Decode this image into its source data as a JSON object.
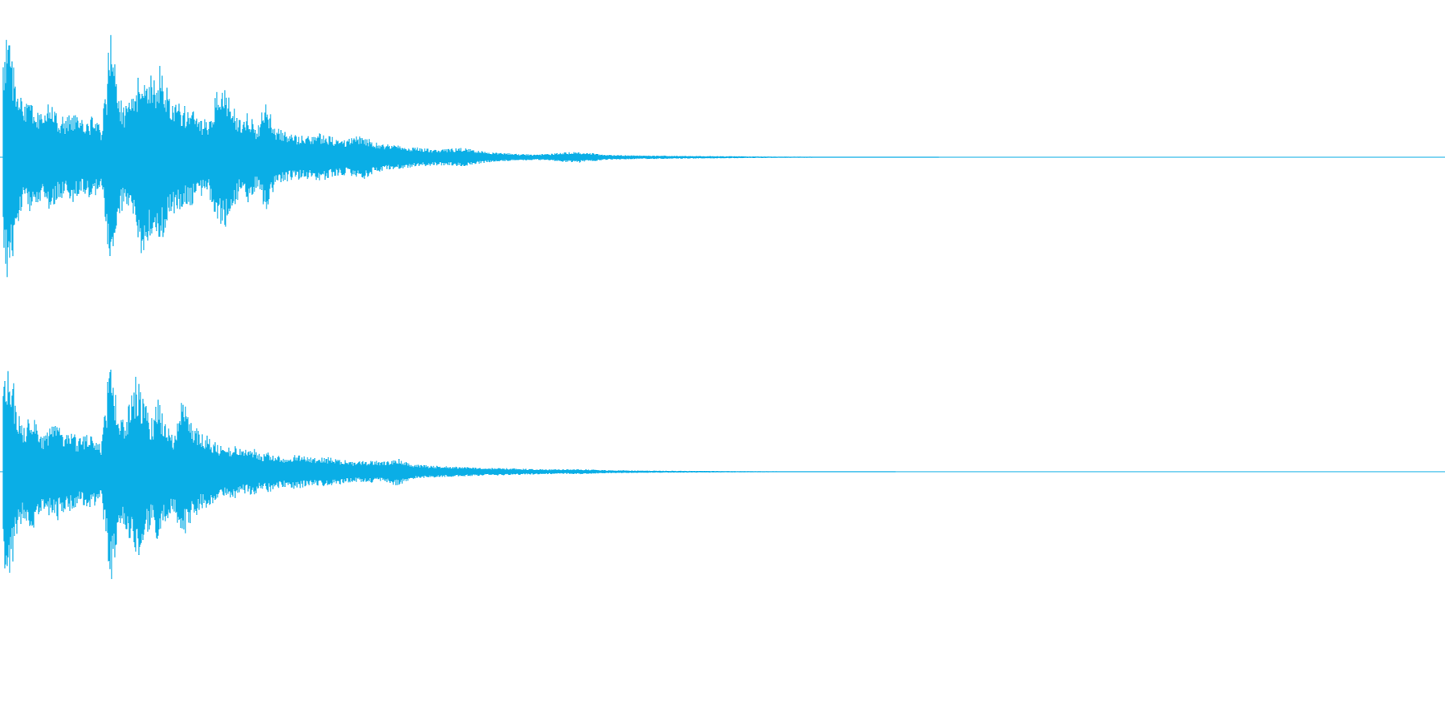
{
  "waveform": {
    "color": "#0aaee6",
    "channels": [
      {
        "name": "",
        "envelope": [
          [
            0.0,
            0.45
          ],
          [
            0.004,
            0.9
          ],
          [
            0.008,
            0.78
          ],
          [
            0.012,
            0.55
          ],
          [
            0.016,
            0.38
          ],
          [
            0.02,
            0.42
          ],
          [
            0.025,
            0.33
          ],
          [
            0.03,
            0.35
          ],
          [
            0.035,
            0.4
          ],
          [
            0.04,
            0.3
          ],
          [
            0.045,
            0.3
          ],
          [
            0.05,
            0.34
          ],
          [
            0.055,
            0.28
          ],
          [
            0.06,
            0.28
          ],
          [
            0.065,
            0.31
          ],
          [
            0.07,
            0.22
          ],
          [
            0.074,
            0.55
          ],
          [
            0.076,
            1.0
          ],
          [
            0.078,
            0.8
          ],
          [
            0.082,
            0.45
          ],
          [
            0.086,
            0.38
          ],
          [
            0.09,
            0.4
          ],
          [
            0.094,
            0.5
          ],
          [
            0.098,
            0.78
          ],
          [
            0.102,
            0.62
          ],
          [
            0.106,
            0.6
          ],
          [
            0.11,
            0.7
          ],
          [
            0.114,
            0.55
          ],
          [
            0.12,
            0.42
          ],
          [
            0.126,
            0.38
          ],
          [
            0.132,
            0.36
          ],
          [
            0.138,
            0.3
          ],
          [
            0.144,
            0.26
          ],
          [
            0.15,
            0.48
          ],
          [
            0.155,
            0.55
          ],
          [
            0.16,
            0.4
          ],
          [
            0.166,
            0.28
          ],
          [
            0.172,
            0.34
          ],
          [
            0.178,
            0.22
          ],
          [
            0.184,
            0.42
          ],
          [
            0.19,
            0.22
          ],
          [
            0.2,
            0.17
          ],
          [
            0.21,
            0.16
          ],
          [
            0.22,
            0.18
          ],
          [
            0.23,
            0.15
          ],
          [
            0.24,
            0.13
          ],
          [
            0.25,
            0.17
          ],
          [
            0.26,
            0.11
          ],
          [
            0.27,
            0.09
          ],
          [
            0.28,
            0.08
          ],
          [
            0.29,
            0.07
          ],
          [
            0.3,
            0.06
          ],
          [
            0.31,
            0.06
          ],
          [
            0.32,
            0.07
          ],
          [
            0.33,
            0.05
          ],
          [
            0.34,
            0.035
          ],
          [
            0.35,
            0.03
          ],
          [
            0.36,
            0.025
          ],
          [
            0.37,
            0.02
          ],
          [
            0.38,
            0.025
          ],
          [
            0.39,
            0.035
          ],
          [
            0.4,
            0.04
          ],
          [
            0.41,
            0.03
          ],
          [
            0.42,
            0.018
          ],
          [
            0.44,
            0.014
          ],
          [
            0.46,
            0.012
          ],
          [
            0.48,
            0.01
          ],
          [
            0.5,
            0.008
          ],
          [
            0.52,
            0.006
          ],
          [
            0.54,
            0.005
          ],
          [
            0.56,
            0.004
          ],
          [
            0.58,
            0.003
          ],
          [
            0.6,
            0.002
          ],
          [
            0.65,
            0.0
          ],
          [
            1.0,
            0.0
          ]
        ]
      },
      {
        "name": "",
        "envelope": [
          [
            0.0,
            0.4
          ],
          [
            0.004,
            0.86
          ],
          [
            0.008,
            0.8
          ],
          [
            0.012,
            0.5
          ],
          [
            0.016,
            0.36
          ],
          [
            0.02,
            0.48
          ],
          [
            0.025,
            0.44
          ],
          [
            0.03,
            0.3
          ],
          [
            0.035,
            0.36
          ],
          [
            0.04,
            0.38
          ],
          [
            0.045,
            0.3
          ],
          [
            0.05,
            0.32
          ],
          [
            0.055,
            0.26
          ],
          [
            0.06,
            0.3
          ],
          [
            0.065,
            0.28
          ],
          [
            0.07,
            0.22
          ],
          [
            0.074,
            0.62
          ],
          [
            0.076,
            1.0
          ],
          [
            0.078,
            0.85
          ],
          [
            0.082,
            0.42
          ],
          [
            0.086,
            0.45
          ],
          [
            0.09,
            0.55
          ],
          [
            0.094,
            0.76
          ],
          [
            0.098,
            0.65
          ],
          [
            0.102,
            0.48
          ],
          [
            0.106,
            0.42
          ],
          [
            0.11,
            0.62
          ],
          [
            0.114,
            0.4
          ],
          [
            0.12,
            0.3
          ],
          [
            0.126,
            0.58
          ],
          [
            0.132,
            0.4
          ],
          [
            0.138,
            0.32
          ],
          [
            0.144,
            0.28
          ],
          [
            0.15,
            0.22
          ],
          [
            0.156,
            0.18
          ],
          [
            0.162,
            0.22
          ],
          [
            0.168,
            0.16
          ],
          [
            0.174,
            0.2
          ],
          [
            0.18,
            0.14
          ],
          [
            0.186,
            0.16
          ],
          [
            0.195,
            0.12
          ],
          [
            0.205,
            0.14
          ],
          [
            0.215,
            0.11
          ],
          [
            0.225,
            0.12
          ],
          [
            0.235,
            0.1
          ],
          [
            0.245,
            0.08
          ],
          [
            0.255,
            0.09
          ],
          [
            0.265,
            0.08
          ],
          [
            0.275,
            0.11
          ],
          [
            0.285,
            0.06
          ],
          [
            0.295,
            0.05
          ],
          [
            0.305,
            0.045
          ],
          [
            0.315,
            0.04
          ],
          [
            0.325,
            0.035
          ],
          [
            0.335,
            0.03
          ],
          [
            0.345,
            0.03
          ],
          [
            0.36,
            0.025
          ],
          [
            0.375,
            0.02
          ],
          [
            0.39,
            0.018
          ],
          [
            0.405,
            0.02
          ],
          [
            0.42,
            0.012
          ],
          [
            0.44,
            0.01
          ],
          [
            0.46,
            0.008
          ],
          [
            0.48,
            0.007
          ],
          [
            0.5,
            0.006
          ],
          [
            0.52,
            0.005
          ],
          [
            0.54,
            0.004
          ],
          [
            0.56,
            0.003
          ],
          [
            0.58,
            0.002
          ],
          [
            0.62,
            0.0
          ],
          [
            1.0,
            0.0
          ]
        ]
      }
    ]
  }
}
